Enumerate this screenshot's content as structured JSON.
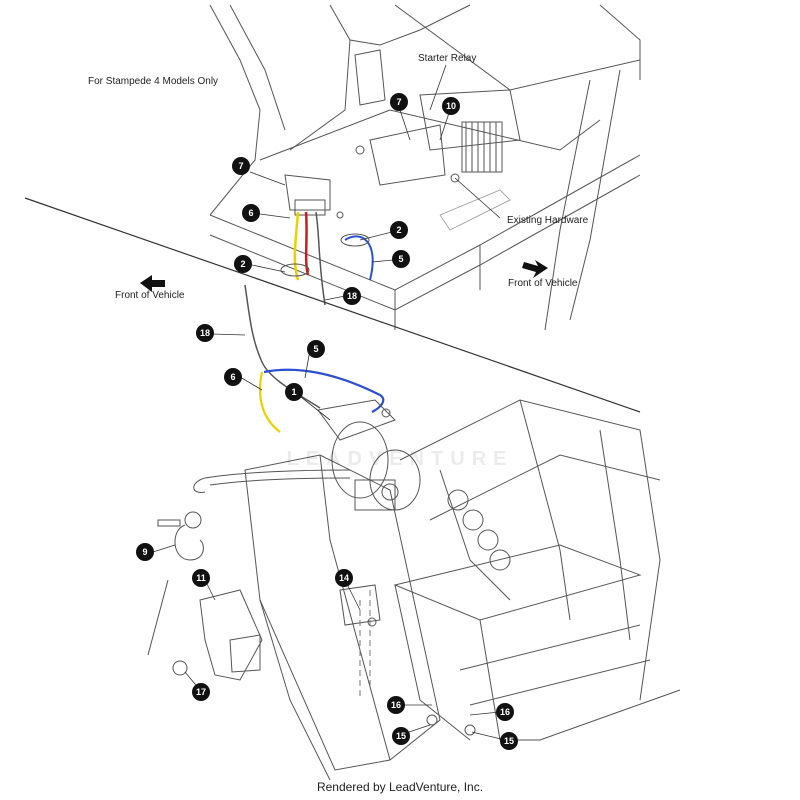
{
  "note": "For Stampede 4 Models Only",
  "labels": {
    "starter_relay": "Starter Relay",
    "existing_hardware": "Existing Hardware",
    "front_of_vehicle_left": "Front of Vehicle",
    "front_of_vehicle_right": "Front of Vehicle"
  },
  "watermark": "LEADVENTURE",
  "footer": "Rendered by LeadVenture, Inc.",
  "callouts": [
    "7",
    "10",
    "7",
    "6",
    "2",
    "2",
    "5",
    "18",
    "18",
    "5",
    "6",
    "1",
    "9",
    "11",
    "14",
    "17",
    "16",
    "15",
    "16",
    "15"
  ],
  "colors": {
    "wire_yellow": "#e8d200",
    "wire_red": "#d21a1a",
    "wire_blue": "#2a4fd0",
    "callout": "#111111"
  }
}
